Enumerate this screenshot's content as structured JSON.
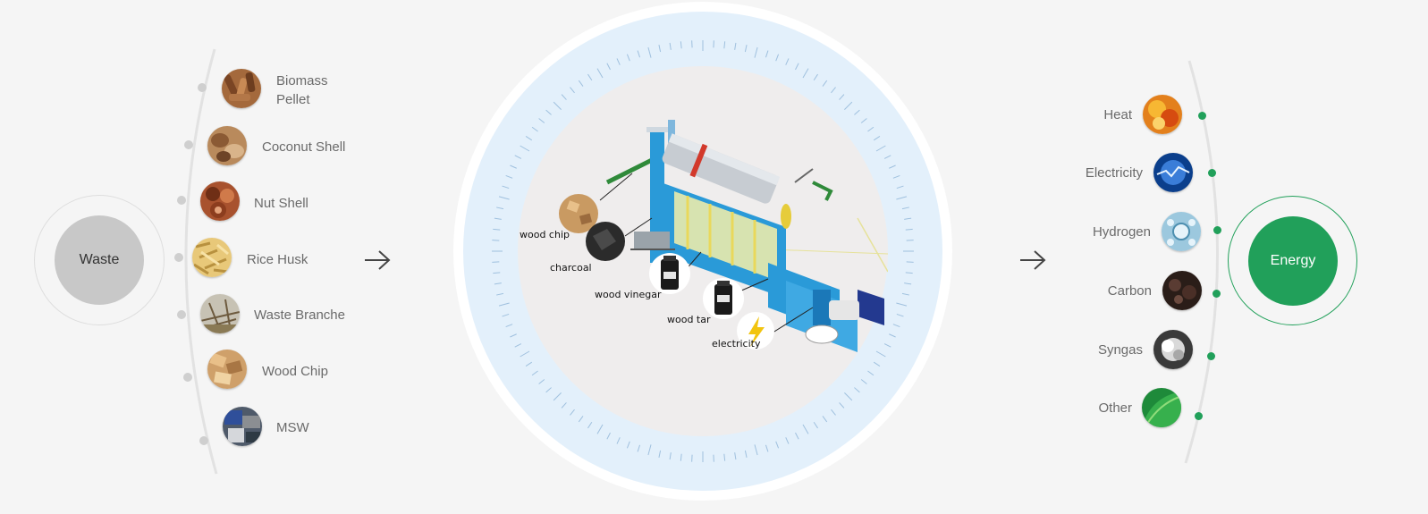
{
  "waste": {
    "hub_label": "Waste",
    "items": [
      {
        "label": "Biomass\nPellet",
        "icon": "biomass-pellet-thumb"
      },
      {
        "label": "Coconut Shell",
        "icon": "coconut-shell-thumb"
      },
      {
        "label": "Nut Shell",
        "icon": "nut-shell-thumb"
      },
      {
        "label": "Rice Husk",
        "icon": "rice-husk-thumb"
      },
      {
        "label": "Waste Branche",
        "icon": "waste-branche-thumb"
      },
      {
        "label": "Wood Chip",
        "icon": "wood-chip-thumb"
      },
      {
        "label": "MSW",
        "icon": "msw-thumb"
      }
    ]
  },
  "process": {
    "products": [
      {
        "label": "wood chip"
      },
      {
        "label": "charcoal"
      },
      {
        "label": "wood vinegar"
      },
      {
        "label": "wood tar"
      },
      {
        "label": "electricity"
      }
    ]
  },
  "energy": {
    "hub_label": "Energy",
    "items": [
      {
        "label": "Heat",
        "icon": "heat-thumb"
      },
      {
        "label": "Electricity",
        "icon": "electricity-thumb"
      },
      {
        "label": "Hydrogen",
        "icon": "hydrogen-thumb"
      },
      {
        "label": "Carbon",
        "icon": "carbon-thumb"
      },
      {
        "label": "Syngas",
        "icon": "syngas-thumb"
      },
      {
        "label": "Other",
        "icon": "other-thumb"
      }
    ]
  },
  "colors": {
    "accent": "#21a05a",
    "waste_hub": "#c8c8c8",
    "disc_blue": "#e3f0fb",
    "machine_blue": "#2a9ad8"
  }
}
